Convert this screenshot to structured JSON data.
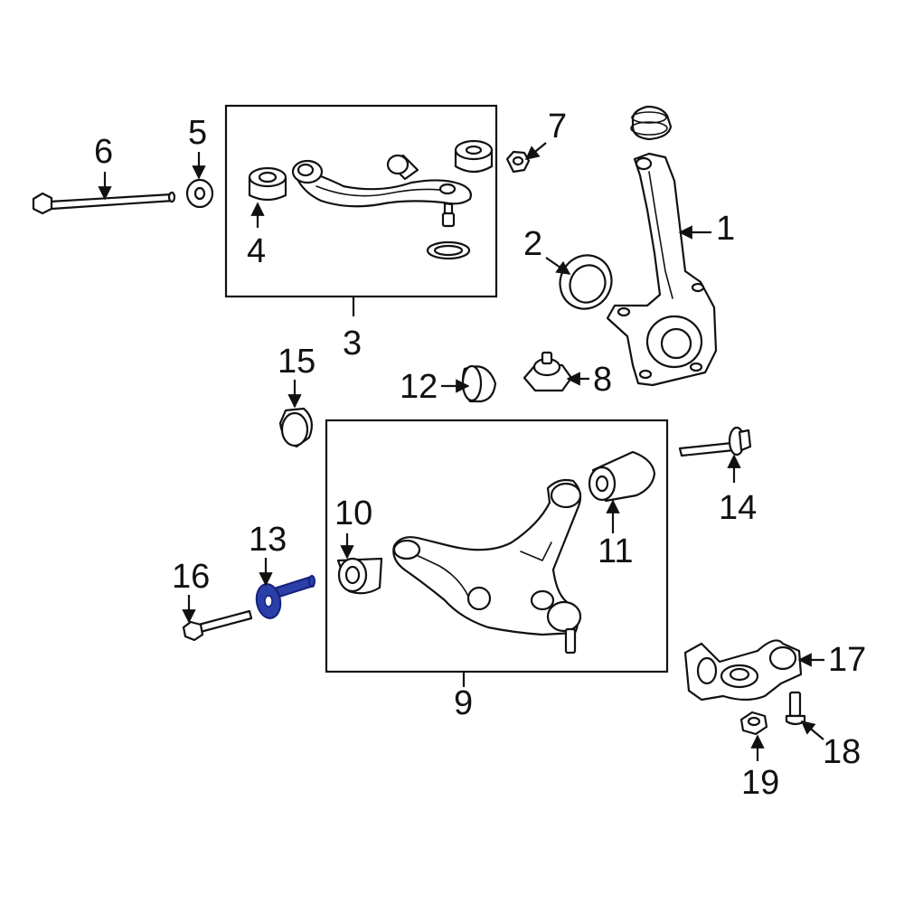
{
  "callouts": [
    {
      "id": "1",
      "label": "1"
    },
    {
      "id": "2",
      "label": "2"
    },
    {
      "id": "3",
      "label": "3"
    },
    {
      "id": "4",
      "label": "4"
    },
    {
      "id": "5",
      "label": "5"
    },
    {
      "id": "6",
      "label": "6"
    },
    {
      "id": "7",
      "label": "7"
    },
    {
      "id": "8",
      "label": "8"
    },
    {
      "id": "9",
      "label": "9"
    },
    {
      "id": "10",
      "label": "10"
    },
    {
      "id": "11",
      "label": "11"
    },
    {
      "id": "12",
      "label": "12"
    },
    {
      "id": "13",
      "label": "13"
    },
    {
      "id": "14",
      "label": "14"
    },
    {
      "id": "15",
      "label": "15"
    },
    {
      "id": "16",
      "label": "16"
    },
    {
      "id": "17",
      "label": "17"
    },
    {
      "id": "18",
      "label": "18"
    },
    {
      "id": "19",
      "label": "19"
    }
  ],
  "highlight": {
    "part": "13",
    "color": "#2b3fa8"
  }
}
